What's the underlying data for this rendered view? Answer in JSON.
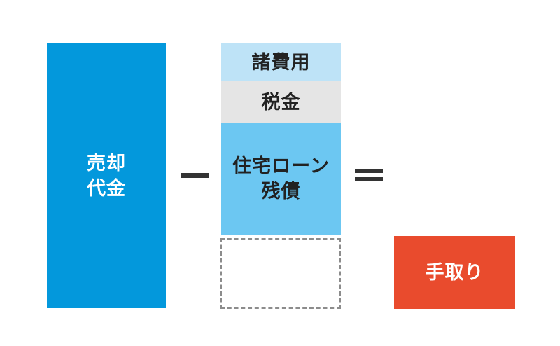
{
  "formula": {
    "minuend": {
      "label_line1": "売却",
      "label_line2": "代金",
      "color": "#0398dc",
      "text_color": "#ffffff"
    },
    "minus_operator": "−",
    "subtrahend": {
      "segments": [
        {
          "name": "expenses",
          "label": "諸費用",
          "color": "#bee3f7",
          "text_color": "#222222"
        },
        {
          "name": "tax",
          "label": "税金",
          "color": "#e5e5e5",
          "text_color": "#222222"
        },
        {
          "name": "loan-balance",
          "label_line1": "住宅ローン",
          "label_line2": "残債",
          "color": "#6cc7f2",
          "text_color": "#222222"
        }
      ],
      "placeholder_border_color": "#8c8c8c"
    },
    "equals_operator": "=",
    "result": {
      "label": "手取り",
      "color": "#e94b2d",
      "text_color": "#ffffff"
    }
  }
}
